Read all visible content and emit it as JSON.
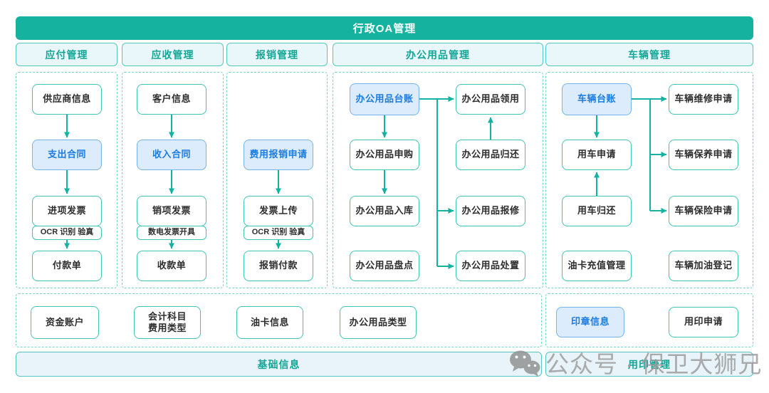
{
  "banner": {
    "title": "行政OA管理"
  },
  "colors": {
    "accent_teal": "#16b2a0",
    "teal_border": "#3ec6b4",
    "teal_text": "#12a696",
    "header_bg": "#eaf7fa",
    "blue_node_bg": "#dcecfd",
    "blue_node_border": "#74b3ec",
    "blue_node_text": "#1b7ce0",
    "arrow": "#14b3a1",
    "watermark_gray": "#9a9a9a"
  },
  "columns": {
    "payable": {
      "header": "应付管理",
      "supplier": "供应商信息",
      "contract": "支出合同",
      "invoice": "进项发票",
      "invoice_sub": "OCR 识别 验真",
      "payment": "付款单"
    },
    "receivable": {
      "header": "应收管理",
      "customer": "客户信息",
      "contract": "收入合同",
      "invoice": "销项发票",
      "invoice_sub": "数电发票开具",
      "receipt": "收款单"
    },
    "reimburse": {
      "header": "报销管理",
      "apply": "费用报销申请",
      "upload": "发票上传",
      "upload_sub": "OCR 识别 验真",
      "payment": "报销付款"
    },
    "office": {
      "header": "办公用品管理",
      "ledger": "办公用品台账",
      "purchase": "办公用品申购",
      "inbound": "办公用品入库",
      "stocktake": "办公用品盘点",
      "claim": "办公用品领用",
      "return": "办公用品归还",
      "repair": "办公用品报修",
      "dispose": "办公用品处置"
    },
    "vehicle": {
      "header": "车辆管理",
      "ledger": "车辆台账",
      "use_apply": "用车申请",
      "use_return": "用车归还",
      "fuel_card": "油卡充值管理",
      "repair_apply": "车辆维修申请",
      "maintain_apply": "车辆保养申请",
      "insurance_apply": "车辆保险申请",
      "refuel_log": "车辆加油登记"
    }
  },
  "base_section": {
    "banner": "基础信息",
    "fund_account": "资金账户",
    "subject_line1": "会计科目",
    "subject_line2": "费用类型",
    "fuel_card_info": "油卡信息",
    "office_type": "办公用品类型"
  },
  "seal_section": {
    "banner": "用印管理",
    "seal_info": "印章信息",
    "seal_apply": "用印申请"
  },
  "watermark": {
    "text": "公众号 · 保卫大狮兄"
  }
}
